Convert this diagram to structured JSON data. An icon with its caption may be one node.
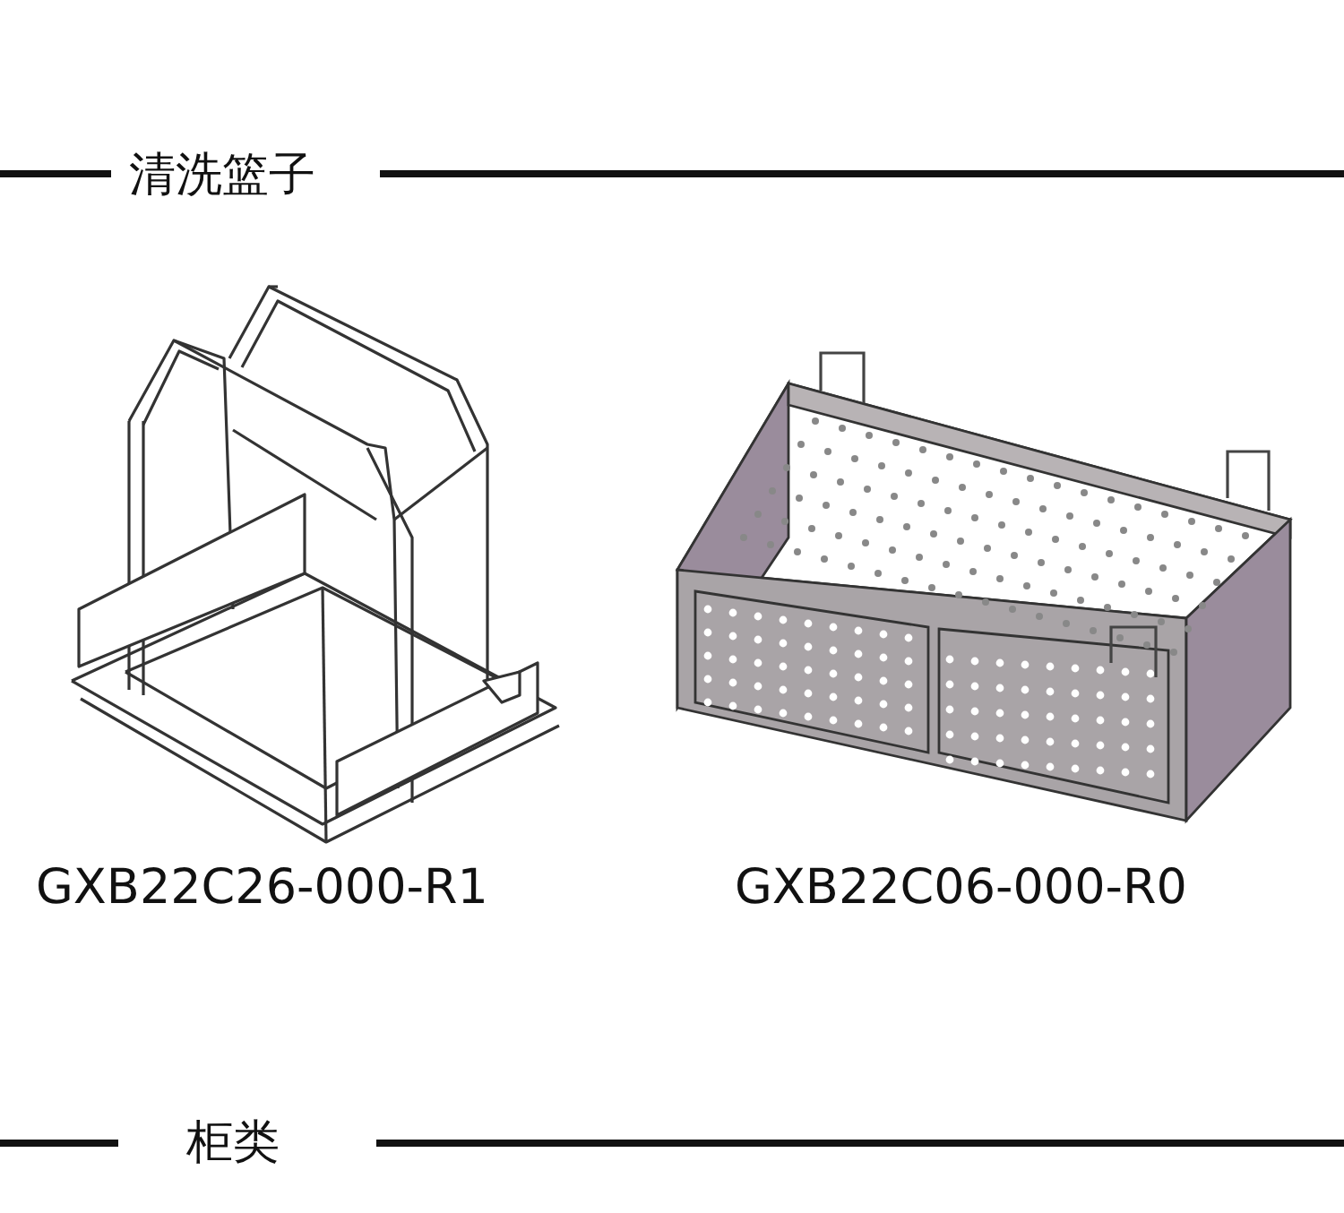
{
  "diagram": {
    "labels": [
      "清洗篮子",
      "GXB22C26-000-R1",
      "GXB22C06-000-R0",
      "柜类"
    ]
  }
}
